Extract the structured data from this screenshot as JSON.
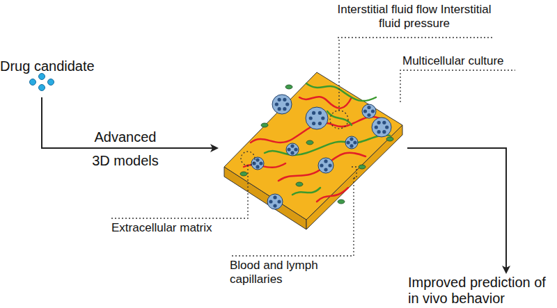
{
  "diagram": {
    "labels": [
      "Drug candidate",
      "Advanced",
      "3D models",
      "Interstitial fluid flow Interstitial fluid pressure",
      "Multicellular culture",
      "Extracellular matrix",
      "Blood and lymph capillaries",
      "Improved prediction of in vivo behavior"
    ]
  }
}
